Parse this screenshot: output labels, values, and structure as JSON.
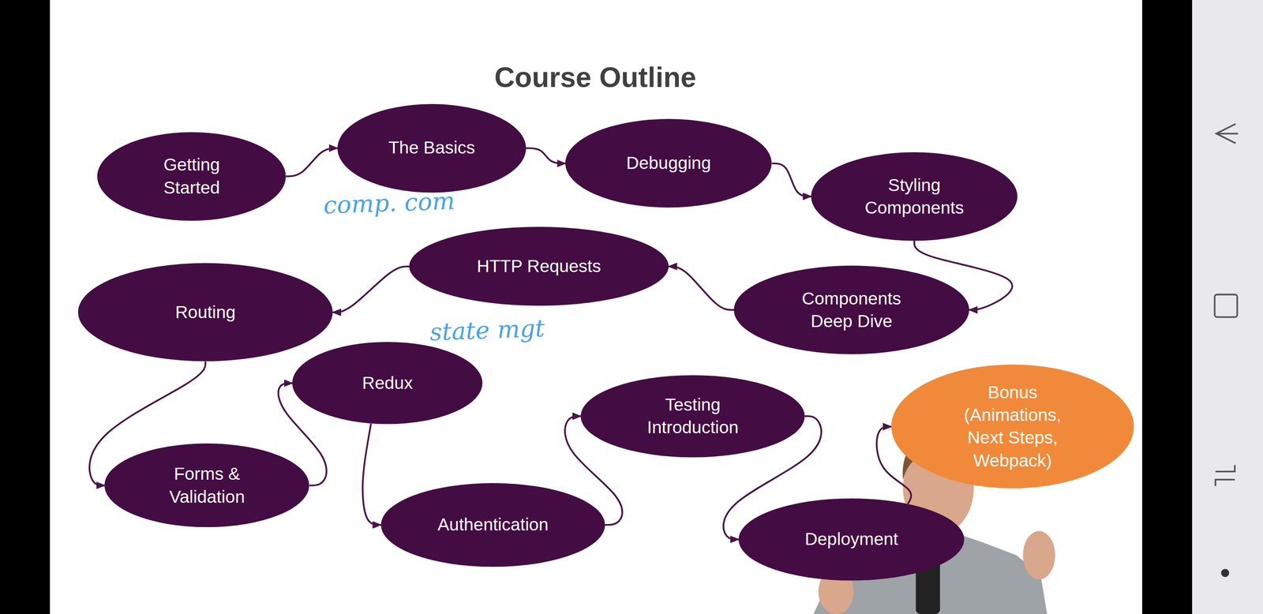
{
  "diagram": {
    "title": "Course Outline",
    "nodes": [
      {
        "text": [
          "Getting Started"
        ]
      },
      {
        "text": [
          "The Basics"
        ]
      },
      {
        "text": [
          "Debugging"
        ]
      },
      {
        "text": [
          "Styling Components"
        ]
      },
      {
        "text": [
          "Components Deep Dive"
        ]
      },
      {
        "text": [
          "HTTP Requests"
        ]
      },
      {
        "text": [
          "Routing"
        ]
      },
      {
        "text": [
          "Forms & Validation"
        ]
      },
      {
        "text": [
          "Redux"
        ]
      },
      {
        "text": [
          "Authentication"
        ]
      },
      {
        "text": [
          "Testing Introduction"
        ]
      },
      {
        "text": [
          "Deployment"
        ]
      },
      {
        "text": [
          "Bonus (Animations, Next Steps, Webpack)"
        ]
      }
    ],
    "edges": [
      {
        "from": 0,
        "to": 1,
        "arrow": "to"
      },
      {
        "from": 1,
        "to": 2,
        "arrow": "to"
      },
      {
        "from": 2,
        "to": 3,
        "arrow": "to"
      },
      {
        "from": 3,
        "to": 4,
        "arrow": "to"
      },
      {
        "from": 4,
        "to": 5,
        "arrow": "to"
      },
      {
        "from": 5,
        "to": 6,
        "arrow": "to"
      },
      {
        "from": 6,
        "to": 7,
        "arrow": "to"
      },
      {
        "from": 7,
        "to": 8,
        "arrow": "to"
      },
      {
        "from": 8,
        "to": 9,
        "arrow": "to"
      },
      {
        "from": 9,
        "to": 10,
        "arrow": "to"
      },
      {
        "from": 10,
        "to": 11,
        "arrow": "to"
      },
      {
        "from": 11,
        "to": 12,
        "arrow": "to"
      }
    ],
    "labels": [
      "comp. com",
      "state mgt"
    ]
  }
}
